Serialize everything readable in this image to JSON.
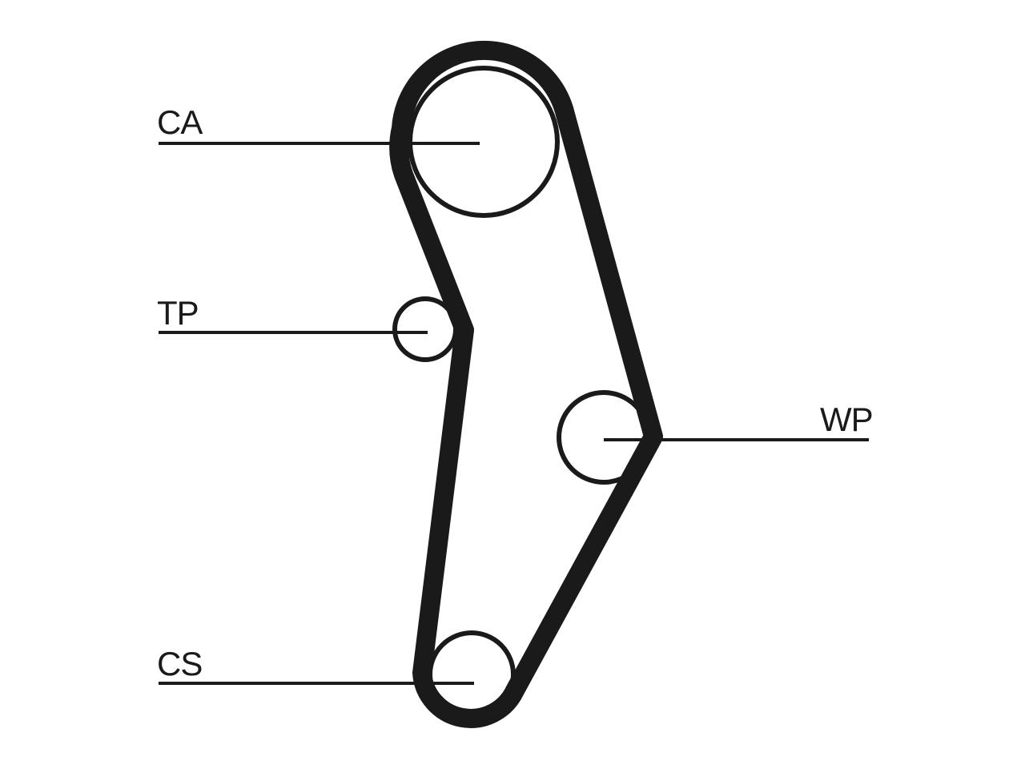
{
  "labels": {
    "ca": "CA",
    "tp": "TP",
    "wp": "WP",
    "cs": "CS"
  },
  "colors": {
    "line": "#1a1a1a",
    "background": "#ffffff"
  }
}
